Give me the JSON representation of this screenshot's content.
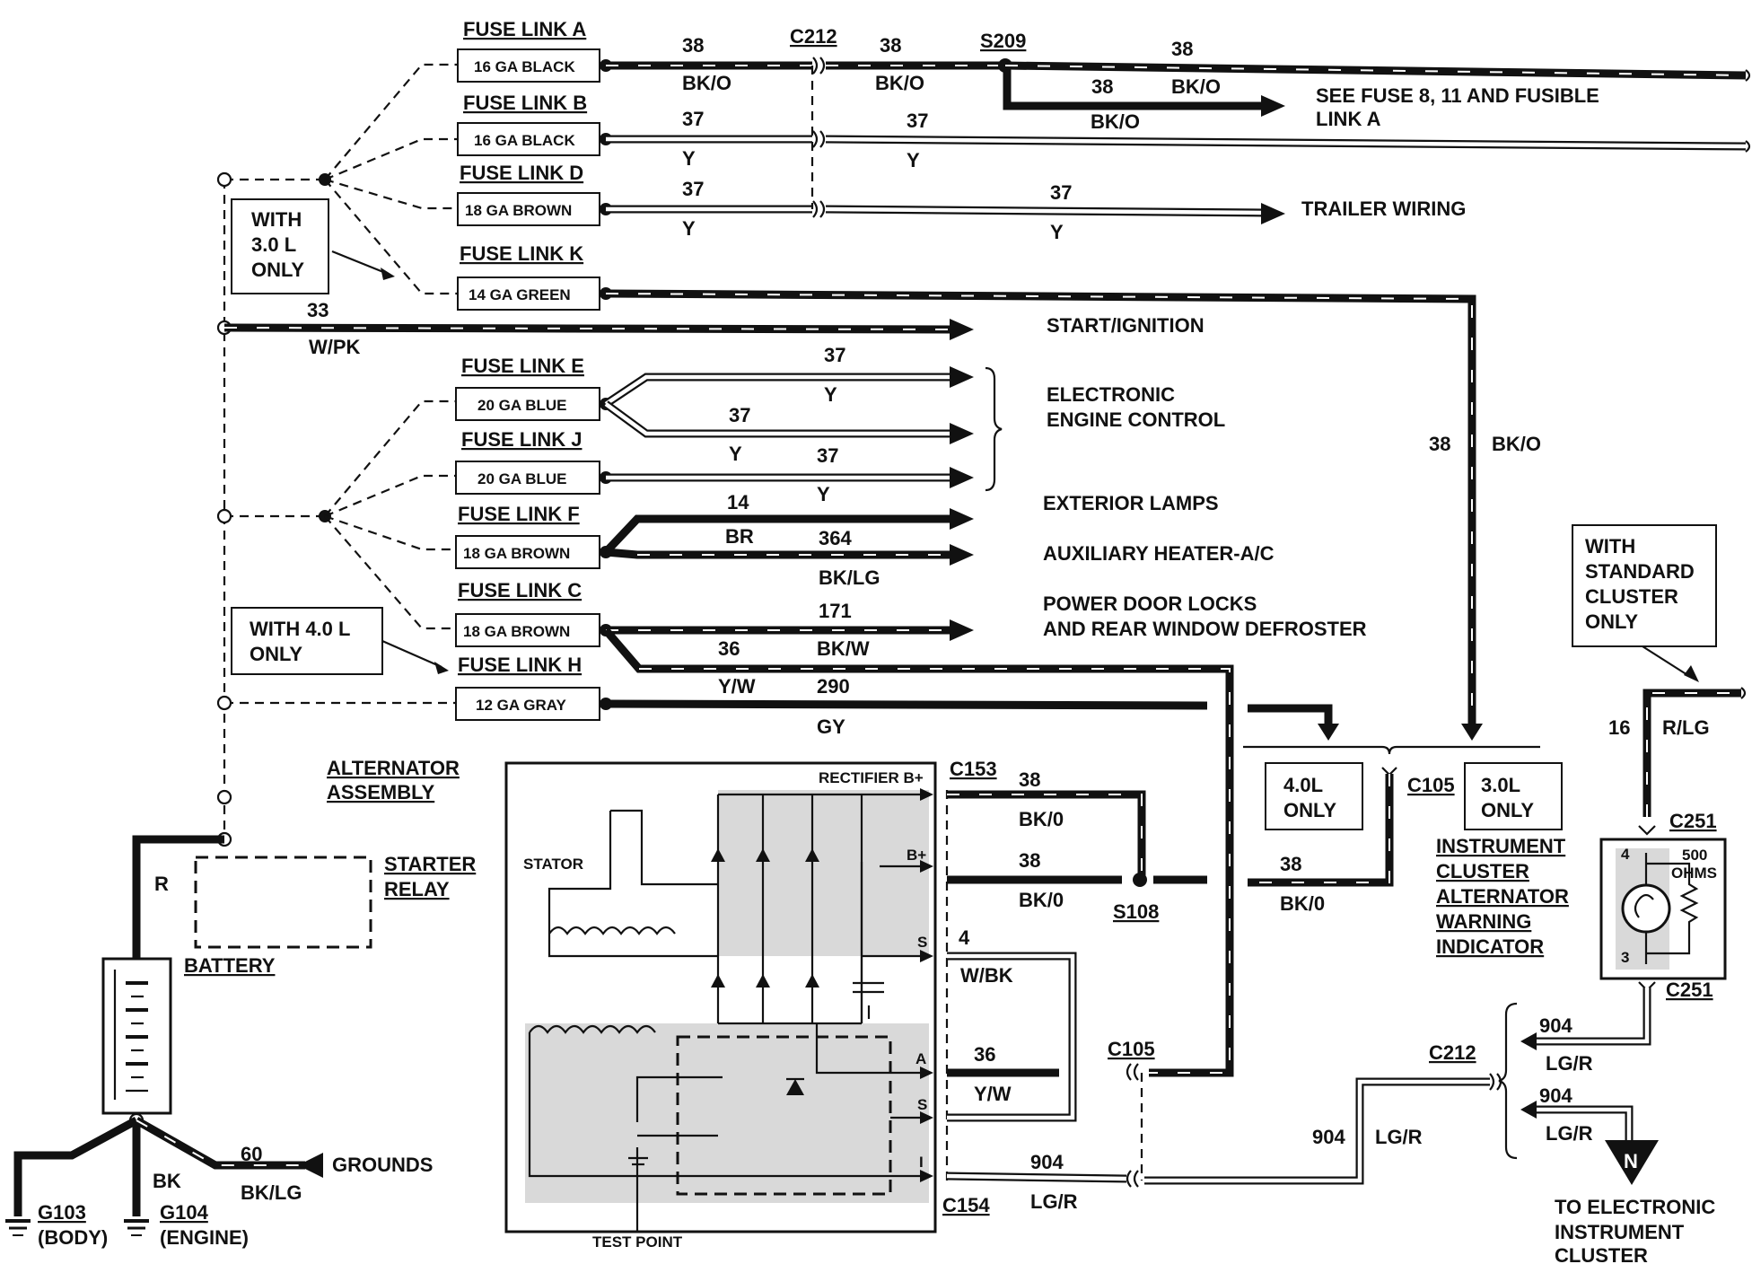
{
  "fuse_links": [
    {
      "name": "FUSE LINK A",
      "gauge": "16 GA BLACK"
    },
    {
      "name": "FUSE LINK B",
      "gauge": "16 GA BLACK"
    },
    {
      "name": "FUSE LINK D",
      "gauge": "18 GA BROWN"
    },
    {
      "name": "FUSE LINK K",
      "gauge": "14 GA GREEN"
    },
    {
      "name": "FUSE LINK E",
      "gauge": "20 GA BLUE"
    },
    {
      "name": "FUSE LINK J",
      "gauge": "20 GA BLUE"
    },
    {
      "name": "FUSE LINK F",
      "gauge": "18 GA BROWN"
    },
    {
      "name": "FUSE LINK C",
      "gauge": "18 GA BROWN"
    },
    {
      "name": "FUSE LINK H",
      "gauge": "12 GA GRAY"
    }
  ],
  "notes": {
    "with_30": [
      "WITH",
      "3.0 L",
      "ONLY"
    ],
    "with_40": [
      "WITH 4.0 L",
      "ONLY"
    ],
    "with_std": [
      "WITH",
      "STANDARD",
      "CLUSTER",
      "ONLY"
    ],
    "only_40": [
      "4.0L",
      "ONLY"
    ],
    "only_30": [
      "3.0L",
      "ONLY"
    ]
  },
  "connectors": {
    "c212": "C212",
    "s209": "S209",
    "c153": "C153",
    "s108": "S108",
    "c105": "C105",
    "c154": "C154",
    "c251": "C251"
  },
  "destinations": {
    "see_fuse": [
      "SEE FUSE 8, 11 AND FUSIBLE",
      "LINK A"
    ],
    "trailer": "TRAILER WIRING",
    "start_ign": "START/IGNITION",
    "eec": [
      "ELECTRONIC",
      "ENGINE CONTROL"
    ],
    "ext_lamps": "EXTERIOR LAMPS",
    "aux_heater": "AUXILIARY HEATER-A/C",
    "door_locks": [
      "POWER DOOR LOCKS",
      "AND REAR WINDOW DEFROSTER"
    ],
    "to_eic": [
      "TO ELECTRONIC",
      "INSTRUMENT",
      "CLUSTER"
    ]
  },
  "wires": {
    "n38": "38",
    "bko": "BK/O",
    "bk0": "BK/0",
    "n37": "37",
    "y": "Y",
    "n33": "33",
    "wpk": "W/PK",
    "n14": "14",
    "br": "BR",
    "n364": "364",
    "bklg": "BK/LG",
    "n171": "171",
    "bkw": "BK/W",
    "n36": "36",
    "yw": "Y/W",
    "n290": "290",
    "gy": "GY",
    "n16": "16",
    "rlg": "R/LG",
    "n4": "4",
    "wbk": "W/BK",
    "n904": "904",
    "lgr": "LG/R",
    "n60": "60",
    "r": "R",
    "bk": "BK"
  },
  "alternator": {
    "title": [
      "ALTERNATOR",
      "ASSEMBLY"
    ],
    "stator": "STATOR",
    "rectifier": "RECTIFIER B+",
    "b_plus": "B+",
    "s": "S",
    "a": "A",
    "i": "I",
    "test_point": "TEST POINT"
  },
  "power": {
    "starter_relay": [
      "STARTER",
      "RELAY"
    ],
    "battery": "BATTERY",
    "grounds": "GROUNDS",
    "g103": [
      "G103",
      "(BODY)"
    ],
    "g104": [
      "G104",
      "(ENGINE)"
    ]
  },
  "cluster": {
    "indicator": [
      "INSTRUMENT",
      "CLUSTER",
      "ALTERNATOR",
      "WARNING",
      "INDICATOR"
    ],
    "resistor": [
      "500",
      "OHMS"
    ],
    "pin_top": "4",
    "pin_bottom": "3"
  }
}
